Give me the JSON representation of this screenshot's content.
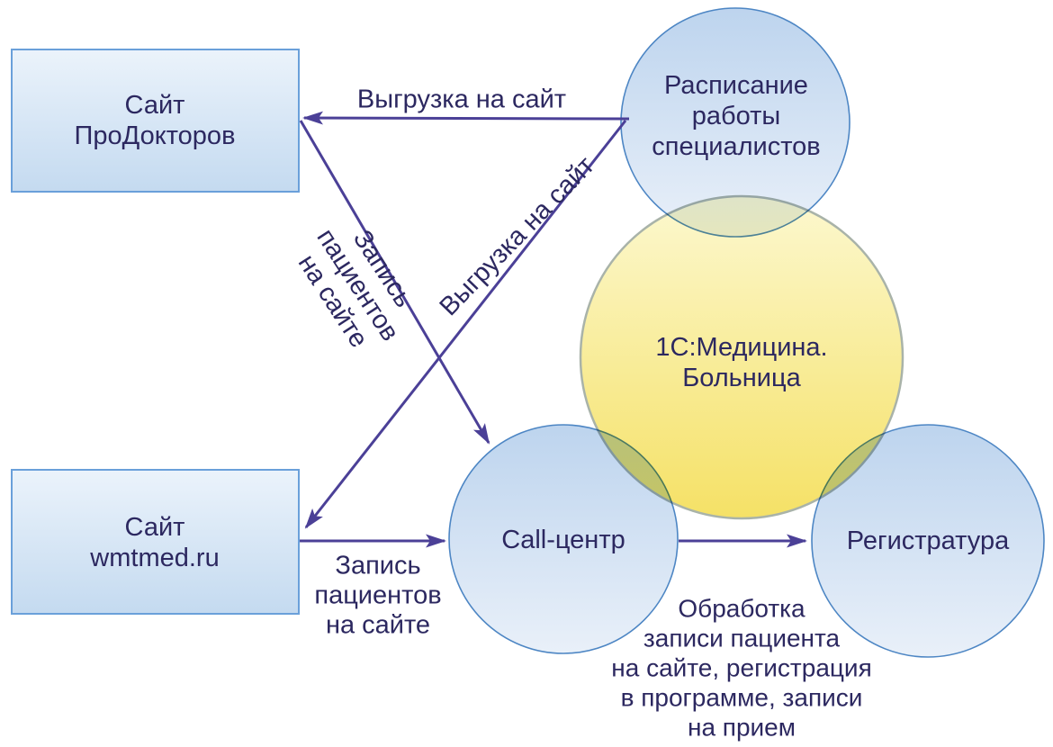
{
  "nodes": {
    "site_prodoctorov": {
      "lines": [
        "Сайт",
        "ПроДокторов"
      ]
    },
    "site_wmtmed": {
      "lines": [
        "Сайт",
        "wmtmed.ru"
      ]
    },
    "schedule": {
      "lines": [
        "Расписание",
        "работы",
        "специалистов"
      ]
    },
    "med_hospital": {
      "lines": [
        "1С:Медицина.",
        "Больница"
      ]
    },
    "call_center": {
      "lines": [
        "Call-центр"
      ]
    },
    "registry": {
      "lines": [
        "Регистратура"
      ]
    }
  },
  "edge_labels": {
    "upload_to_prodoctorov": "Выгрузка на сайт",
    "upload_to_wmtmed": "Выгрузка на сайт",
    "booking_from_prodoctorov": {
      "lines": [
        "Запись",
        "пациентов",
        "на сайте"
      ]
    },
    "booking_from_wmtmed": {
      "lines": [
        "Запись",
        "пациентов",
        "на сайте"
      ]
    },
    "processing": {
      "lines": [
        "Обработка",
        "записи пациента",
        "на сайте, регистрация",
        "в программе, записи",
        "на прием"
      ]
    }
  },
  "colors": {
    "arrow": "#4b4097",
    "text": "#2c2860",
    "box_border": "#6aa0da",
    "box_fill_top": "#ebf3fb",
    "box_fill_bottom": "#c4daf0",
    "circle_border": "#4d86c4",
    "circle_fill_top": "#bdd4ee",
    "circle_fill_bottom": "#e9f0f9",
    "yellow_border": "#a9b3a9",
    "yellow_fill_top": "#fcf8cf",
    "yellow_fill_bottom": "#f5e166"
  }
}
